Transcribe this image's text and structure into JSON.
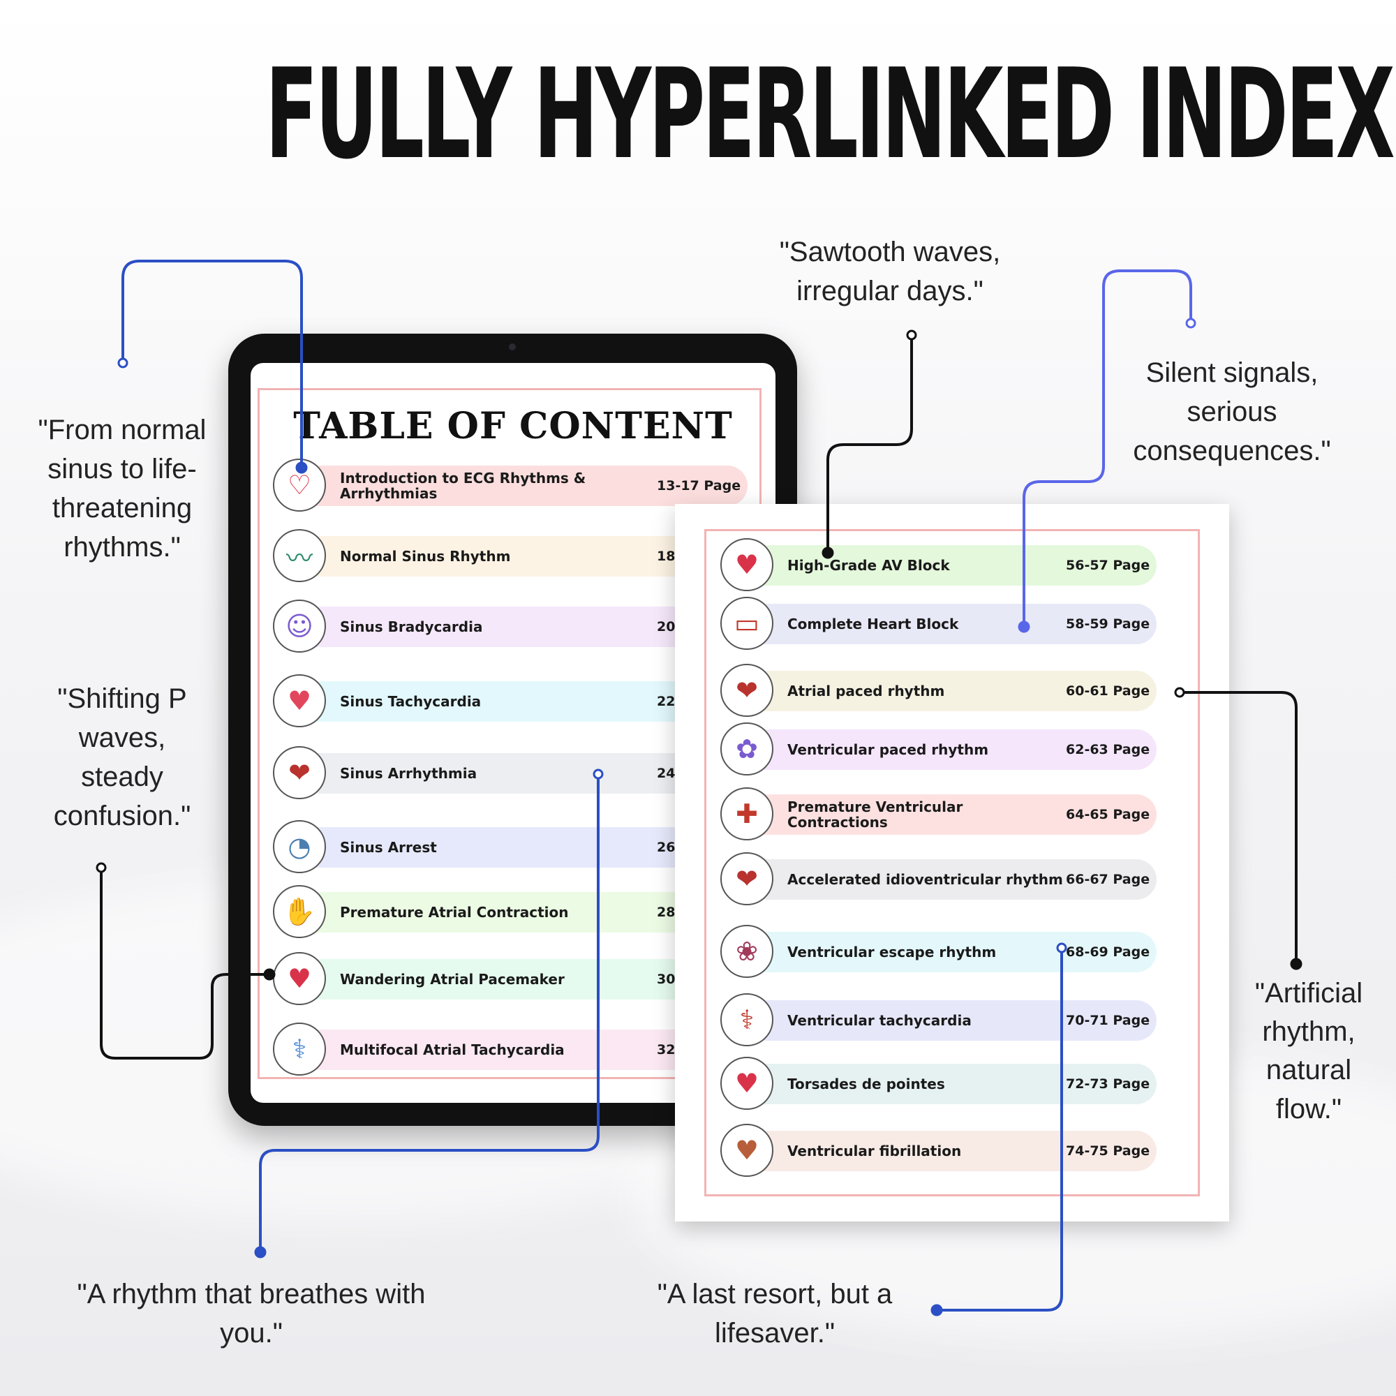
{
  "headline": "FULLY HYPERLINKED INDEX..!",
  "tablet": {
    "title": "TABLE OF CONTENT",
    "rows": [
      {
        "label": "Introduction to ECG Rhythms & Arrhythmias",
        "pages": "13-17  Page",
        "color": "#fcdede",
        "icon": "heart-ecg-icon"
      },
      {
        "label": "Normal Sinus Rhythm",
        "pages": "18-",
        "color": "#fdf3e4",
        "icon": "ecg-monitor-icon"
      },
      {
        "label": "Sinus Bradycardia",
        "pages": "20-",
        "color": "#f6e8fb",
        "icon": "doctor-icon"
      },
      {
        "label": "Sinus Tachycardia",
        "pages": "22-",
        "color": "#e2f8fc",
        "icon": "heart-rate-icon"
      },
      {
        "label": "Sinus Arrhythmia",
        "pages": "24-",
        "color": "#eceef1",
        "icon": "heart-anatomy-icon"
      },
      {
        "label": "Sinus Arrest",
        "pages": "26-",
        "color": "#e6e9fb",
        "icon": "head-profile-icon"
      },
      {
        "label": "Premature Atrial Contraction",
        "pages": "28-",
        "color": "#ecfbe4",
        "icon": "fetus-hands-icon"
      },
      {
        "label": "Wandering Atrial Pacemaker",
        "pages": "30-",
        "color": "#e6fbef",
        "icon": "heart-screen-icon"
      },
      {
        "label": "Multifocal Atrial Tachycardia",
        "pages": "32-",
        "color": "#fbe8f2",
        "icon": "patient-bed-icon"
      }
    ]
  },
  "document": {
    "rows": [
      {
        "label": "High-Grade AV Block",
        "pages": "56-57 Page",
        "color": "#e4f8dc",
        "icon": "heart-team-icon"
      },
      {
        "label": "Complete Heart Block",
        "pages": "58-59 Page",
        "color": "#e8e9f7",
        "icon": "heart-monitor-icon"
      },
      {
        "label": "Atrial paced rhythm",
        "pages": "60-61 Page",
        "color": "#f6f2e2",
        "icon": "heart-organ-icon"
      },
      {
        "label": "Ventricular paced rhythm",
        "pages": "62-63 Page",
        "color": "#f5e6fb",
        "icon": "organs-icon"
      },
      {
        "label": "Premature Ventricular Contractions",
        "pages": "64-65 Page",
        "color": "#fde1e1",
        "icon": "medical-box-icon"
      },
      {
        "label": "Accelerated idioventricular rhythm",
        "pages": "66-67 Page",
        "color": "#ececee",
        "icon": "heart-vessel-icon"
      },
      {
        "label": "Ventricular escape rhythm",
        "pages": "68-69 Page",
        "color": "#e4f8fb",
        "icon": "floral-heart-icon"
      },
      {
        "label": "Ventricular tachycardia",
        "pages": "70-71 Page",
        "color": "#e6e8fa",
        "icon": "doctor-heart-icon"
      },
      {
        "label": "Torsades de pointes",
        "pages": "72-73 Page",
        "color": "#e6f1f1",
        "icon": "heart-people-icon"
      },
      {
        "label": "Ventricular fibrillation",
        "pages": "74-75 Page",
        "color": "#f8ebe6",
        "icon": "hearts-pattern-icon"
      }
    ]
  },
  "quotes": {
    "q_sinus": "\"From normal sinus to life-threatening rhythms.\"",
    "q_shifting": "\"Shifting P waves, steady confusion.\"",
    "q_sawtooth": "\"Sawtooth waves, irregular days.\"",
    "q_silent": "Silent signals, serious consequences.\"",
    "q_artificial": "\"Artificial rhythm, natural flow.\"",
    "q_breathes": "\"A rhythm that breathes with you.\"",
    "q_resort": "\"A last resort, but a lifesaver.\""
  },
  "colors": {
    "connector_blue": "#2b4fc4",
    "connector_violet": "#5a66e8",
    "connector_black": "#111111",
    "frame_pink": "#f2b3b3"
  }
}
